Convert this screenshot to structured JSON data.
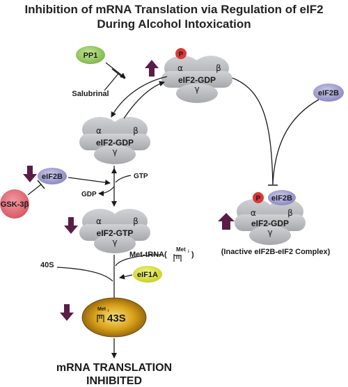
{
  "title": {
    "line1": "Inhibition of mRNA Translation via Regulation of eIF2",
    "line2": "During Alcohol Intoxication"
  },
  "subunits": {
    "alpha": "α",
    "beta": "β",
    "gamma": "γ"
  },
  "complexes": {
    "eif2_gdp_label": "eIF2-GDP",
    "eif2_gtp_label": "eIF2-GTP",
    "phospho_label": "P"
  },
  "factors": {
    "pp1": "PP1",
    "salubrinal": "Salubrinal",
    "eif2b": "eIF2B",
    "gsk3b": "GSK-3β",
    "eif1a": "eIF1A",
    "subunit_40s": "40S",
    "met_trna": "Met-tRNA",
    "met_superscript": "Met",
    "met_subscript": "i",
    "initiation_complex": "43S"
  },
  "nucleotides": {
    "gtp": "GTP",
    "gdp": "GDP"
  },
  "inactive_complex_caption": "(Inactive eIF2B-eIF2 Complex)",
  "outcome": {
    "line1": "mRNA TRANSLATION",
    "line2": "INHIBITED"
  },
  "colors": {
    "complex_gray": "#b3b5b8",
    "pp1_green": "#8bc34a",
    "salubrinal_maroon": "#7a1f3d",
    "eif2b_purple": "#9a98c8",
    "gsk3b_red": "#e0636d",
    "phospho_red": "#d93a3a",
    "eif1a_yellow": "#d8e02a",
    "complex_43s_gold": "#d9a21a",
    "change_arrow": "#5a1d45"
  },
  "icons": {
    "change_indicator": "thick-arrow-icon",
    "inhibition": "t-bar-inhibition-icon",
    "met_trna": "trna-glyph-icon"
  }
}
